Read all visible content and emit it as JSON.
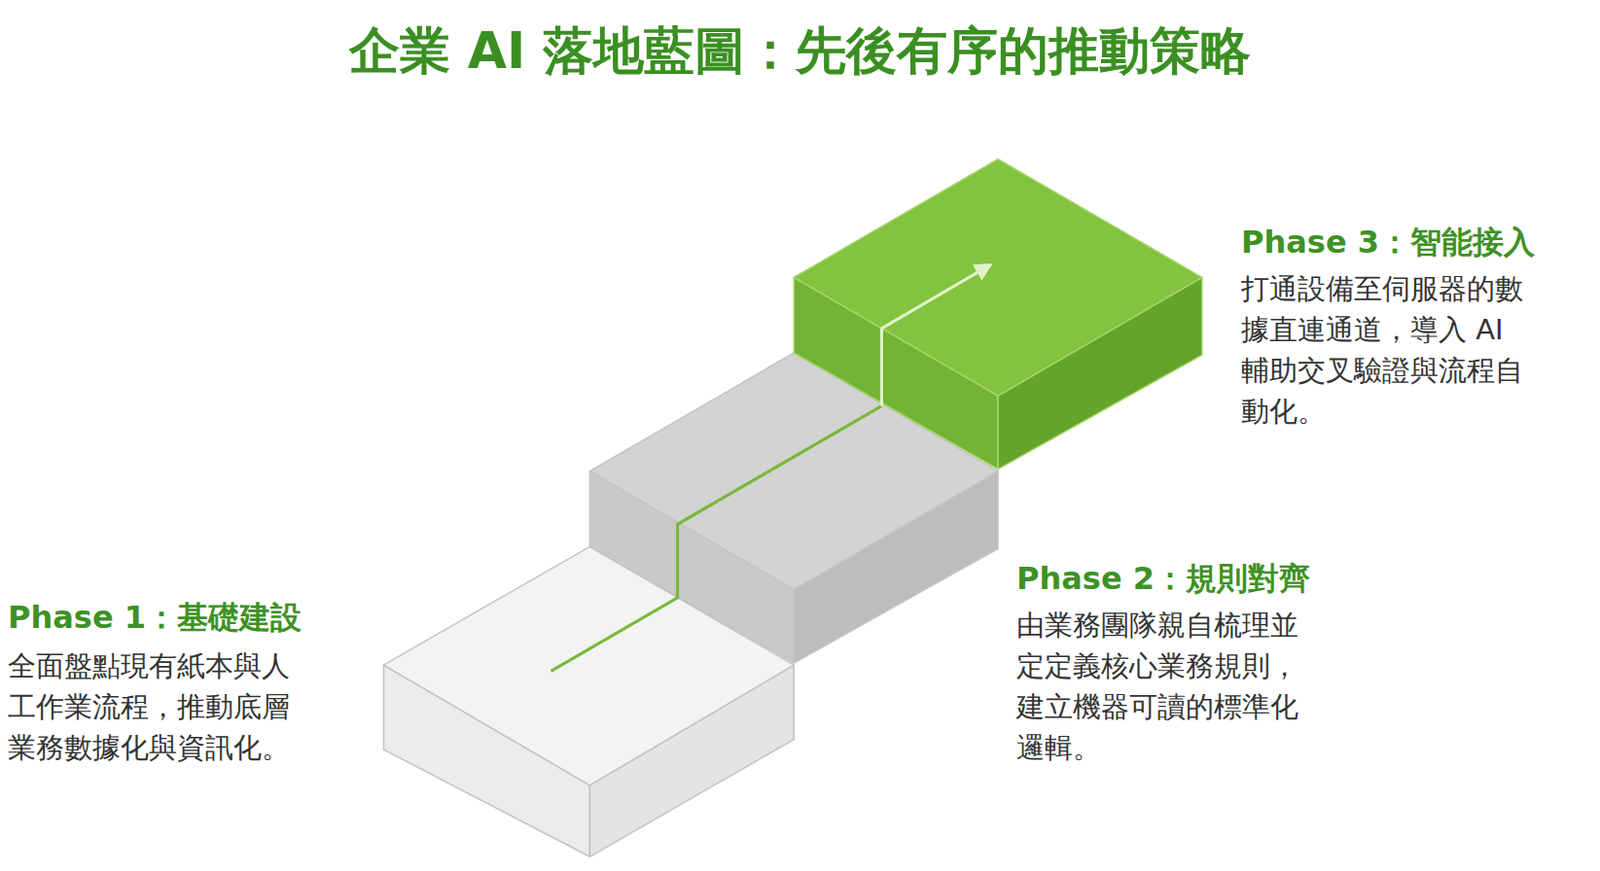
{
  "diagram": {
    "title": "企業 AI 落地藍圖：先後有序的推動策略",
    "labels": [
      "Phase 1：基礎建設",
      "全面盤點現有紙本與人 工作業流程，推動底層 業務數據化與資訊化。",
      "Phase 2：規則對齊",
      "由業務團隊親自梳理並 定定義核心業務規則， 建立機器可讀的標準化 邏輯。",
      "Phase 3：智能接入",
      "打通設備至伺服器的數 據直連通道，導入 AI 輔助交叉驗證與流程自 動化。"
    ]
  }
}
